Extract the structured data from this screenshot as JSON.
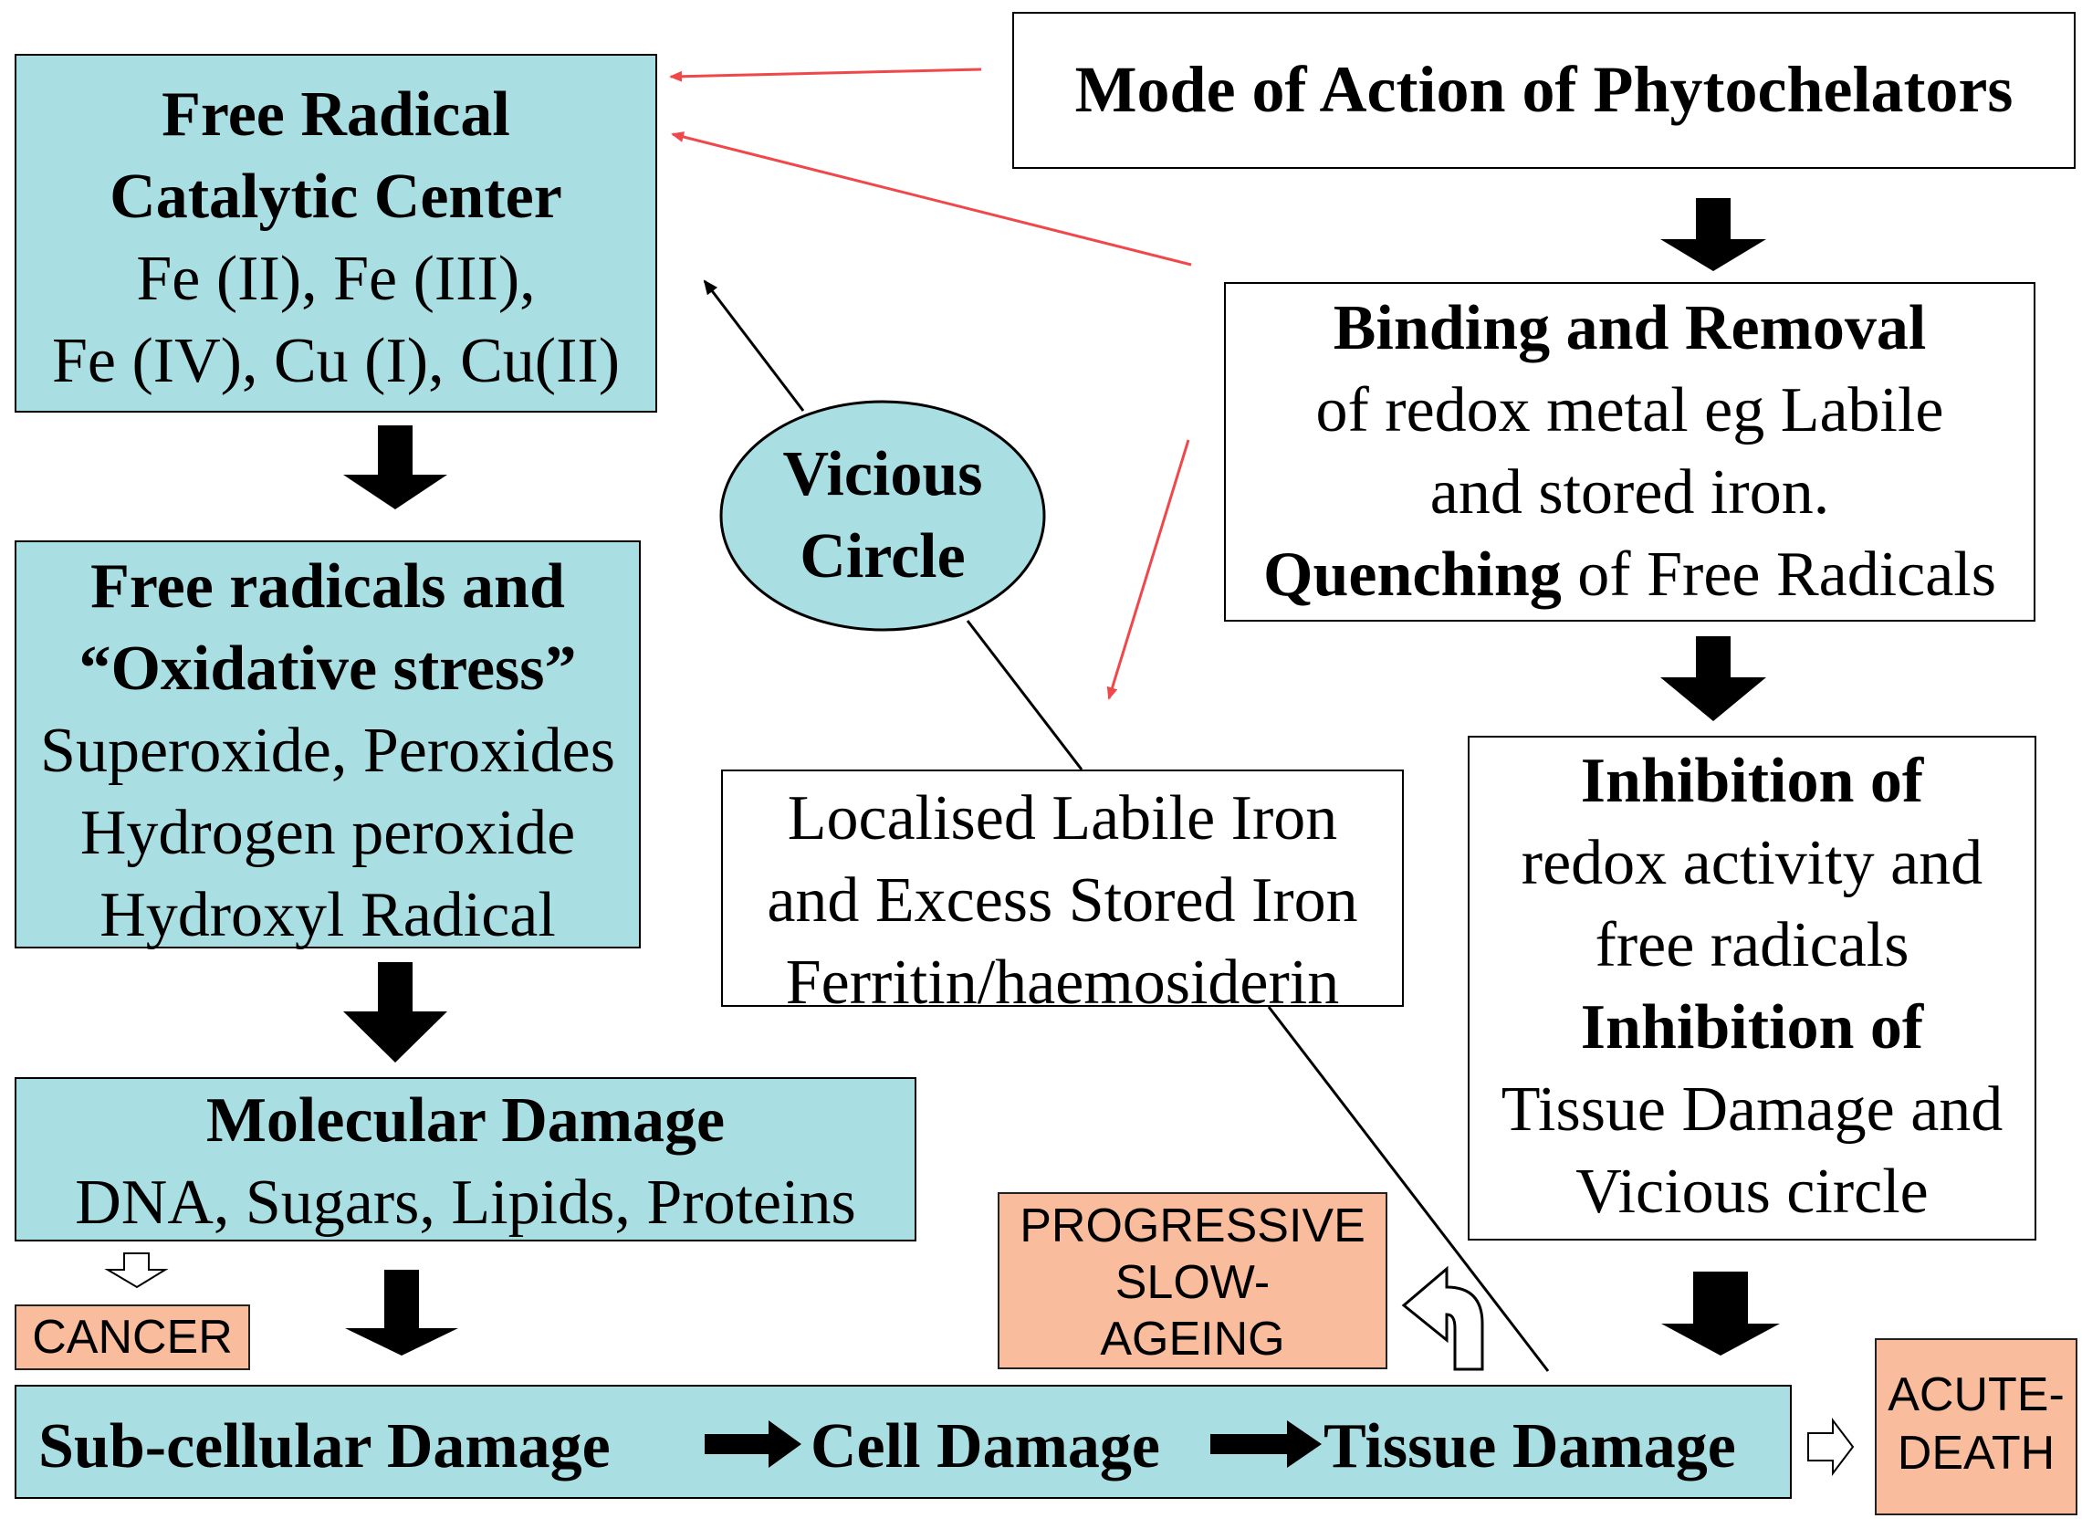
{
  "mode_box": {
    "title": "Mode of Action of Phytochelators"
  },
  "catalytic_center": {
    "title_line1": "Free Radical",
    "title_line2": "Catalytic Center",
    "line3": "Fe (II), Fe (III),",
    "line4": "Fe (IV), Cu (I), Cu(II)"
  },
  "free_radicals": {
    "title_line1": "Free radicals and",
    "title_line2": "“Oxidative stress”",
    "line3": "Superoxide, Peroxides",
    "line4": "Hydrogen peroxide",
    "line5": "Hydroxyl Radical"
  },
  "molecular_damage": {
    "title": "Molecular Damage",
    "line2": "DNA, Sugars, Lipids, Proteins"
  },
  "cancer": {
    "label": "CANCER"
  },
  "bottom_bar": {
    "seg1": "Sub-cellular Damage",
    "seg2": "Cell Damage",
    "seg3": "Tissue Damage"
  },
  "binding": {
    "title": "Binding and Removal",
    "line2": "of redox metal eg Labile",
    "line3": "and stored iron.",
    "line4_bold": "Quenching",
    "line4_rest": " of Free Radicals"
  },
  "inhibition": {
    "title1": "Inhibition of",
    "line2": "redox activity and",
    "line3": "free radicals",
    "title2": "Inhibition of",
    "line5": "Tissue Damage and",
    "line6": "Vicious circle"
  },
  "labile_iron": {
    "line1": "Localised Labile Iron",
    "line2": "and Excess Stored Iron",
    "line3": "Ferritin/haemosiderin"
  },
  "vicious_circle": {
    "line1": "Vicious",
    "line2": "Circle"
  },
  "ageing": {
    "line1": "PROGRESSIVE",
    "line2": "SLOW-",
    "line3": "AGEING"
  },
  "acute_death": {
    "line1": "ACUTE-",
    "line2": "DEATH"
  },
  "colors": {
    "teal": "#a9dfe3",
    "peach": "#f9bc9c",
    "red_arrow": "#f0484a"
  }
}
